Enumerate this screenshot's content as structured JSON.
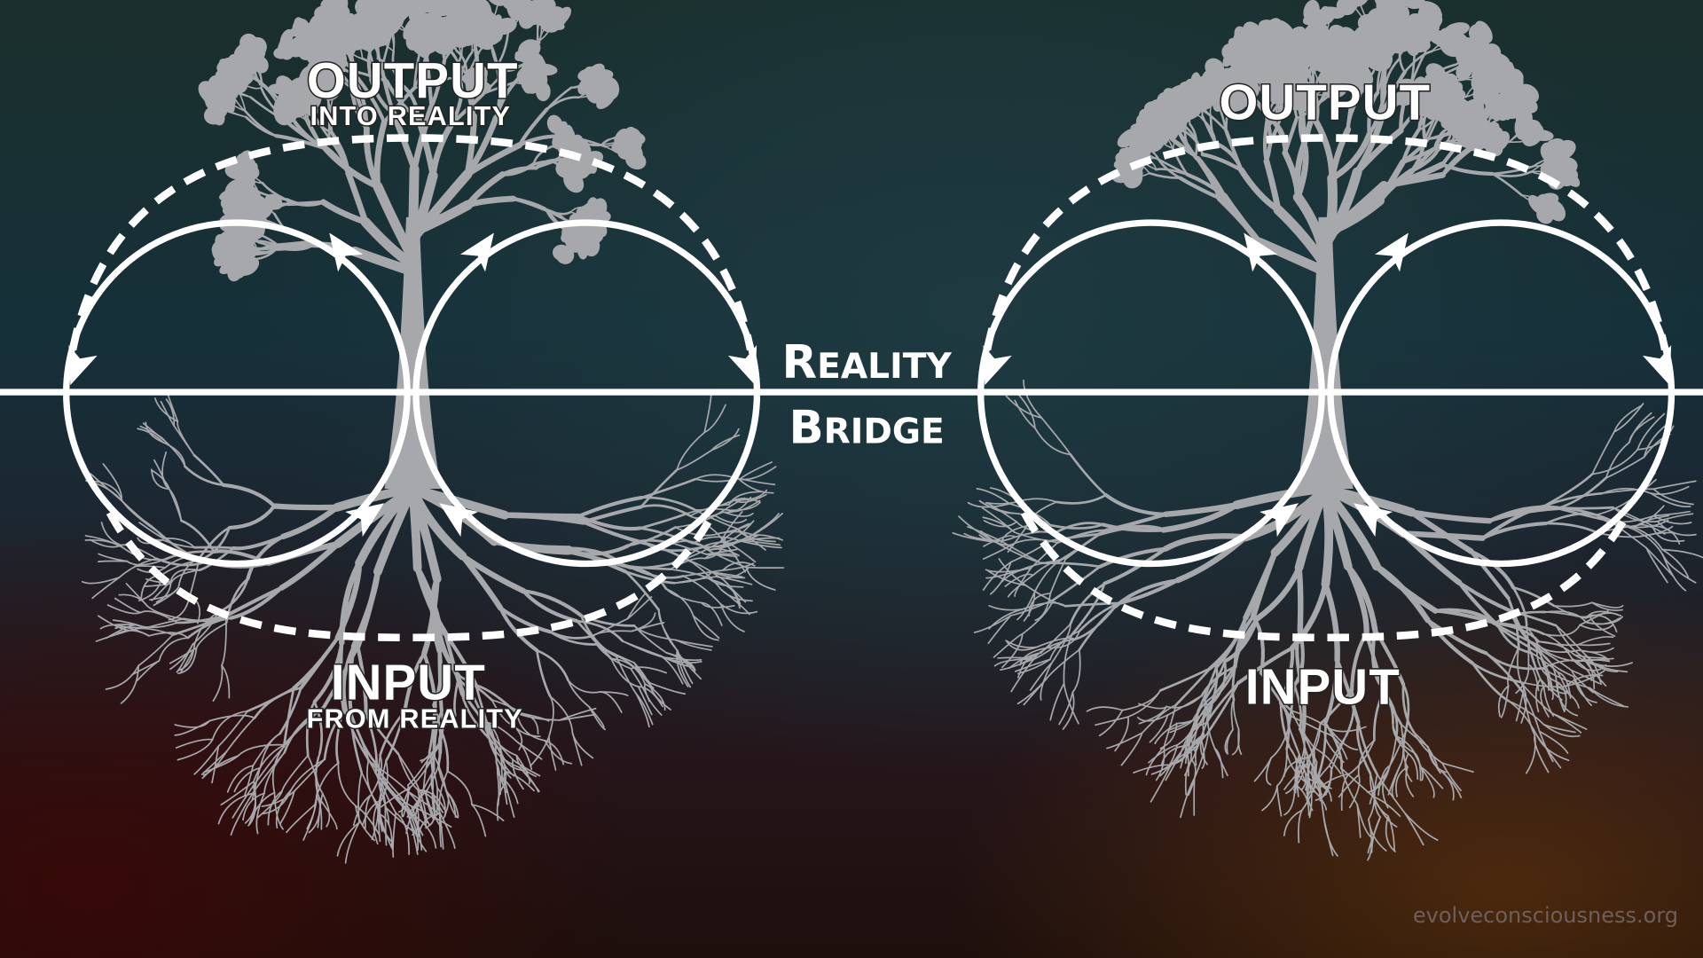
{
  "left_diagram": {
    "top_title": "OUTPUT",
    "top_subtitle": "INTO REALITY",
    "bottom_title": "INPUT",
    "bottom_subtitle": "FROM REALITY"
  },
  "right_diagram": {
    "top_title": "OUTPUT",
    "bottom_title": "INPUT"
  },
  "bridge": {
    "line1_cap": "R",
    "line1_rest": "EALITY",
    "line2_cap": "B",
    "line2_rest": "RIDGE"
  },
  "watermark": "evolveconsciousness.org",
  "colors": {
    "tree": "#a6a8ab",
    "loop": "#ffffff",
    "watermark": "#6e5f5a"
  }
}
